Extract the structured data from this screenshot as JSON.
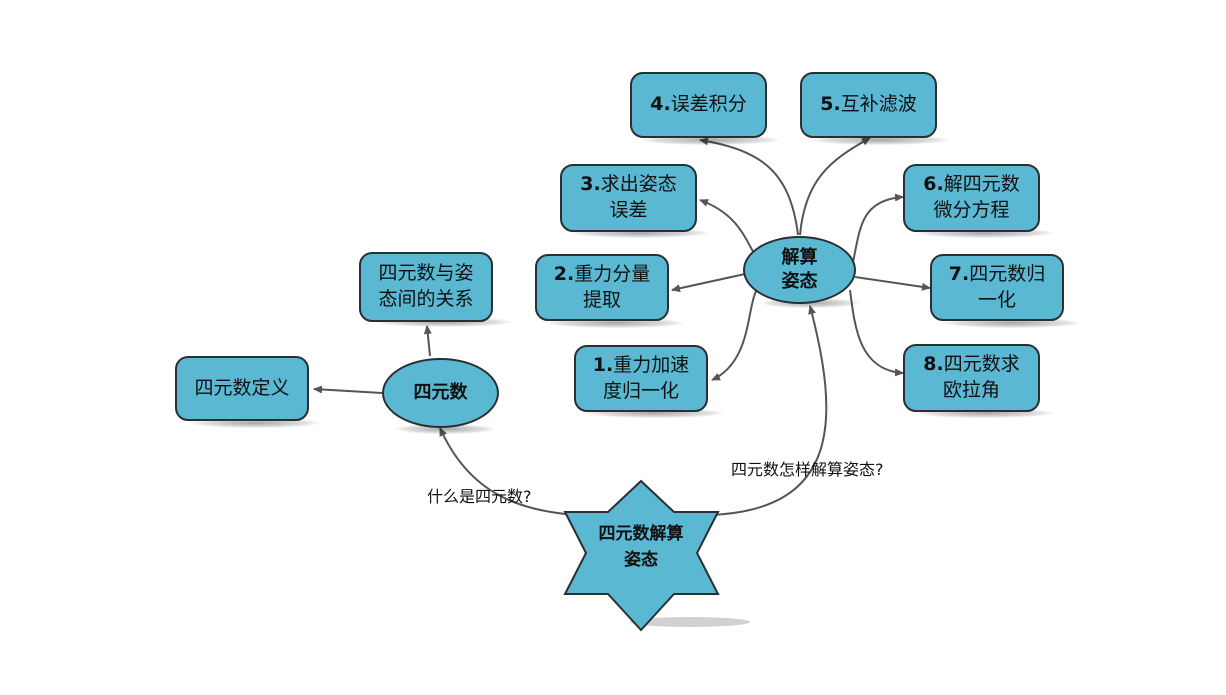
{
  "colors": {
    "node_fill": "#5ab8d2",
    "node_border": "#2a2f33",
    "connector": "#555555"
  },
  "center": {
    "text": "四元数解算\n姿态",
    "shape": "six-pointed-star"
  },
  "quaternion": {
    "text": "四元数",
    "children": {
      "definition": "四元数定义",
      "relation": "四元数与姿\n态间的关系"
    }
  },
  "solution": {
    "text": "解算\n姿态",
    "steps": [
      {
        "num": "1.",
        "text": "重力加速\n度归一化"
      },
      {
        "num": "2.",
        "text": "重力分量\n提取"
      },
      {
        "num": "3.",
        "text": "求出姿态\n误差"
      },
      {
        "num": "4.",
        "text": "误差积分"
      },
      {
        "num": "5.",
        "text": "互补滤波"
      },
      {
        "num": "6.",
        "text": "解四元数\n微分方程"
      },
      {
        "num": "7.",
        "text": "四元数归\n一化"
      },
      {
        "num": "8.",
        "text": "四元数求\n欧拉角"
      }
    ]
  },
  "edge_labels": {
    "what_is": "什么是四元数?",
    "how_solve": "四元数怎样解算姿态?"
  }
}
